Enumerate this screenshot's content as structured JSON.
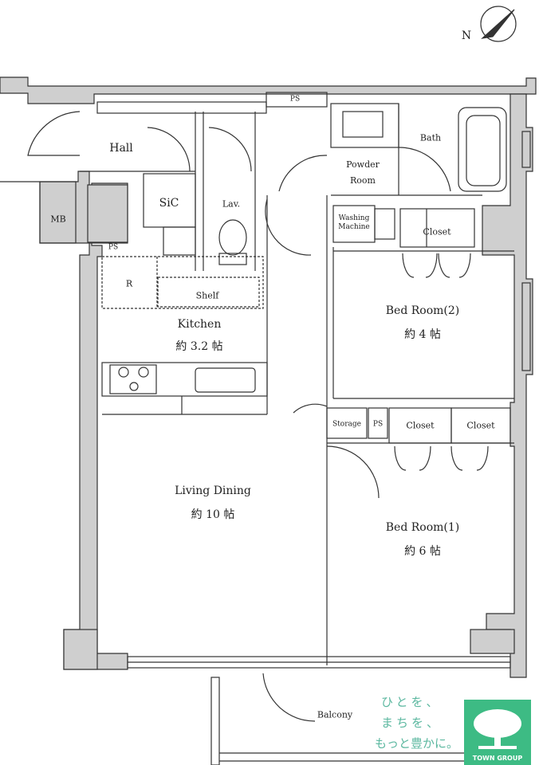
{
  "compass": {
    "label": "N"
  },
  "rooms": {
    "hall": "Hall",
    "mb": "MB",
    "ps_top": "PS",
    "ps_left": "PS",
    "ps_mid": "PS",
    "sic": "SiC",
    "lav": "Lav.",
    "powder_room": [
      "Powder",
      "Room"
    ],
    "bath": "Bath",
    "washing_machine": [
      "Washing",
      "Machine"
    ],
    "closet_top": "Closet",
    "r": "R",
    "shelf": "Shelf",
    "kitchen": {
      "name": "Kitchen",
      "size": "約 3.2 帖"
    },
    "bedroom2": {
      "name": "Bed Room(2)",
      "size": "約 4 帖"
    },
    "storage": "Storage",
    "closet_a": "Closet",
    "closet_b": "Closet",
    "living": {
      "name": "Living Dining",
      "size": "約 10 帖"
    },
    "bedroom1": {
      "name": "Bed Room(1)",
      "size": "約 6 帖"
    },
    "balcony": "Balcony"
  },
  "branding": {
    "slogan": [
      "ひとを、",
      "まちを、",
      "もっと豊かに。"
    ],
    "logo_text": "TOWN GROUP",
    "logo_color": "#3dbb84"
  }
}
